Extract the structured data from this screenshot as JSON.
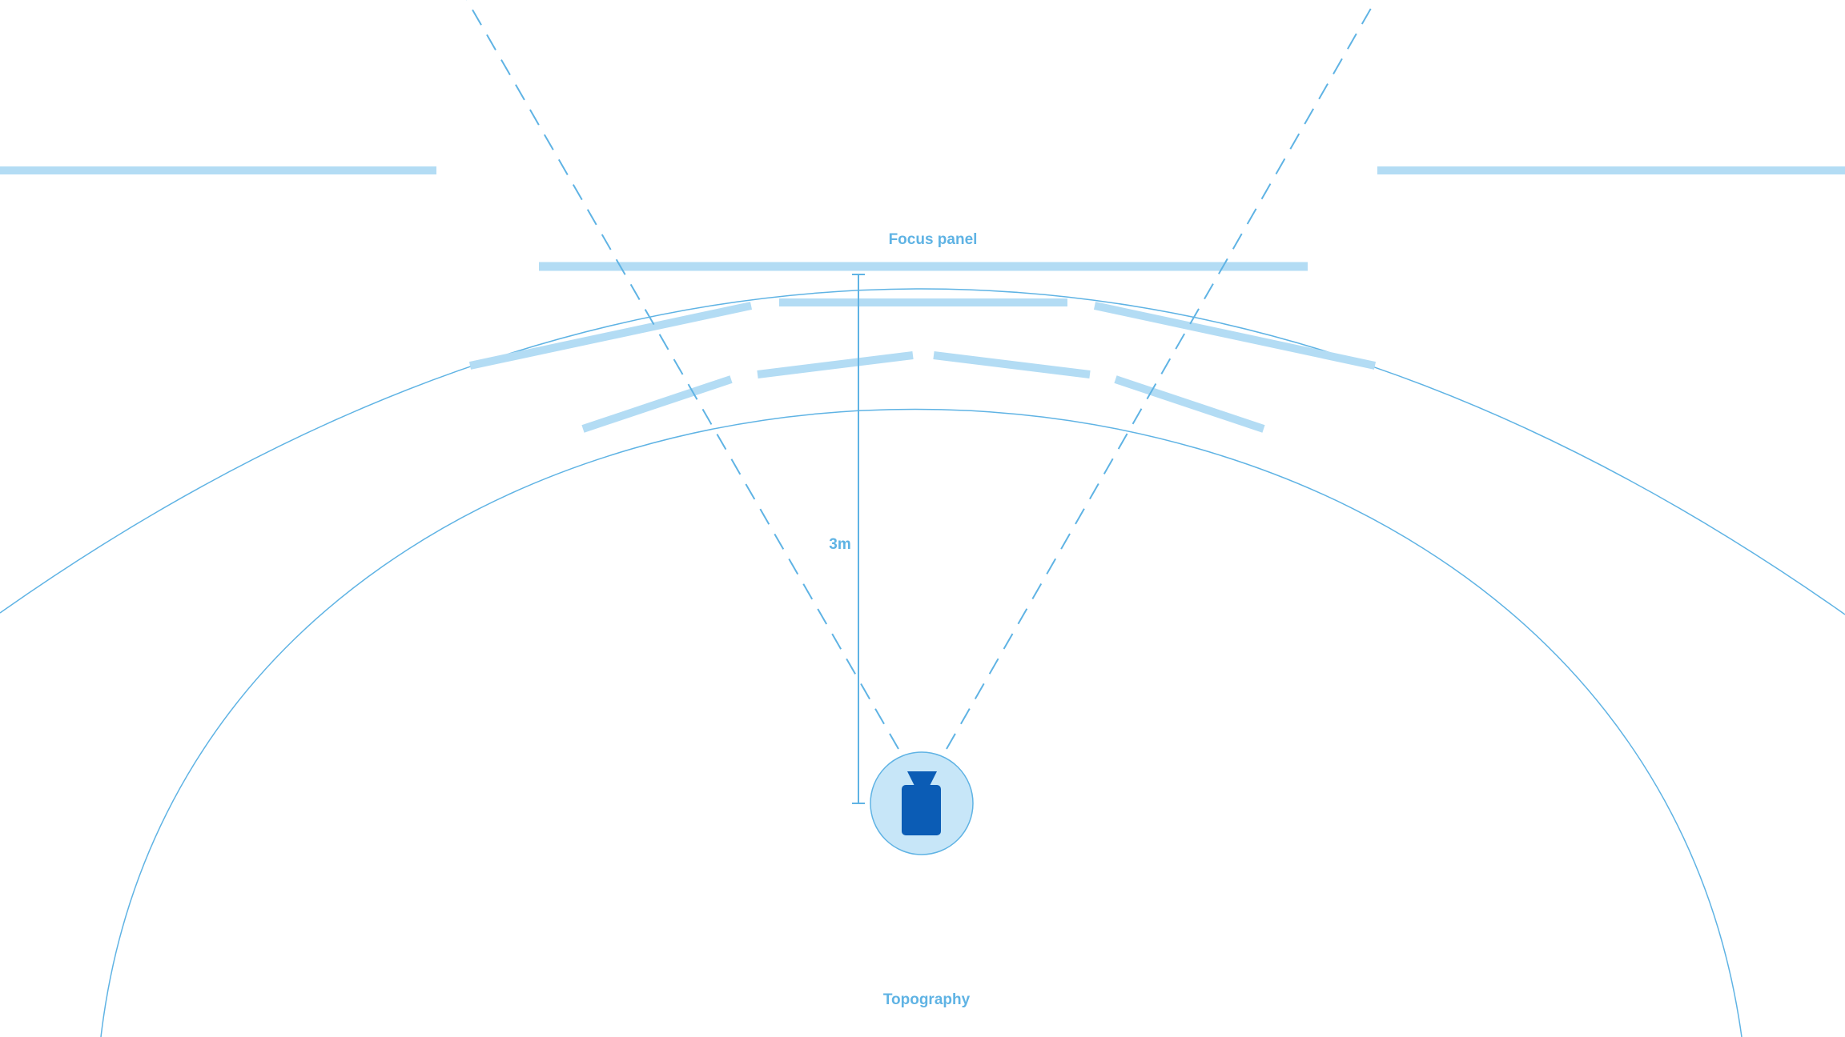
{
  "labels": {
    "focus_panel": "Focus panel",
    "distance": "3m",
    "topography": "Topography"
  },
  "colors": {
    "panel": "#b3dcf4",
    "line": "#5fb3e4",
    "label": "#5fb3e4",
    "user_circle_fill": "#c7e6f8",
    "user_circle_stroke": "#5fb3e4",
    "headset": "#0b5cb5",
    "background": "#ffffff"
  },
  "icons": {
    "user": "user-headset-icon"
  }
}
